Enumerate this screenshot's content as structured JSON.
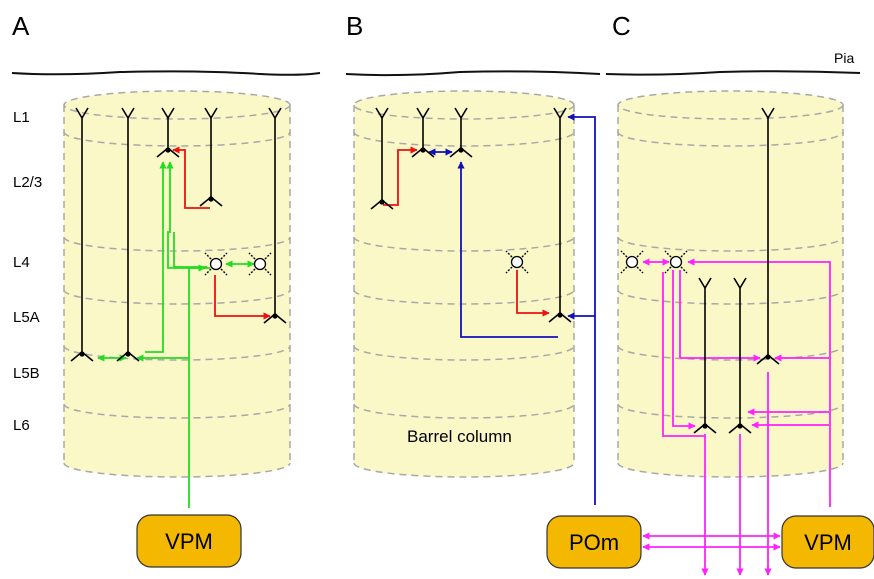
{
  "panels": [
    {
      "letter": "A"
    },
    {
      "letter": "B"
    },
    {
      "letter": "C"
    }
  ],
  "pia_label": "Pia",
  "layers": [
    "L1",
    "L2/3",
    "L4",
    "L5A",
    "L5B",
    "L6"
  ],
  "caption": "Barrel column",
  "nuclei": {
    "a_vpm": "VPM",
    "b_pom": "POm",
    "c_vpm": "VPM"
  },
  "colors": {
    "cylinder_fill": "#fbf8c8",
    "red_pathway": "#ee1111",
    "green_pathway": "#22dd22",
    "blue_pathway": "#1111bb",
    "magenta_pathway": "#ff22ff",
    "nucleus_fill": "#f5b800"
  },
  "icons": {
    "pyramidal": "pyramidal-neuron-icon",
    "stellate": "stellate-neuron-icon"
  }
}
